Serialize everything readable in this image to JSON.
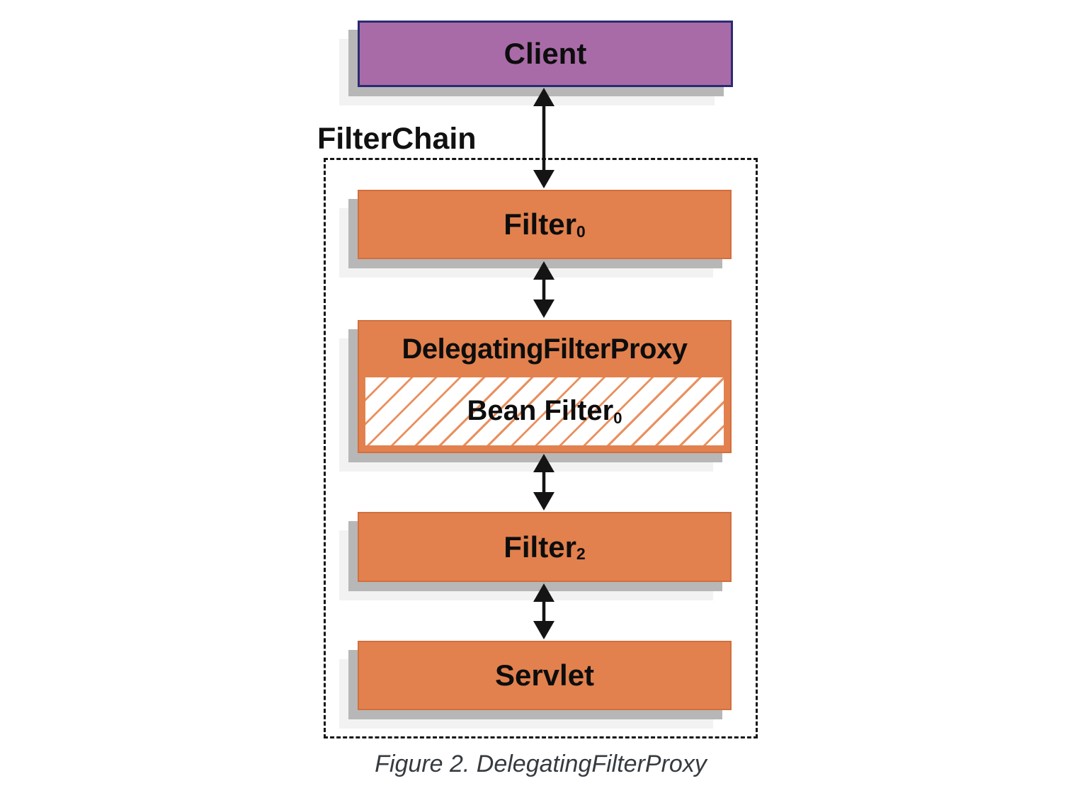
{
  "diagram": {
    "client": {
      "label": "Client"
    },
    "filterchain_label": "FilterChain",
    "filter0": {
      "label": "Filter",
      "sub": "0"
    },
    "delegating_filter_proxy": {
      "label": "DelegatingFilterProxy"
    },
    "bean_filter": {
      "label": "Bean Filter",
      "sub": "0"
    },
    "filter2": {
      "label": "Filter",
      "sub": "2"
    },
    "servlet": {
      "label": "Servlet"
    },
    "caption": "Figure 2. DelegatingFilterProxy",
    "edges": [
      {
        "from": "client",
        "to": "filter0",
        "style": "double-headed-arrow"
      },
      {
        "from": "filter0",
        "to": "delegating_filter_proxy",
        "style": "double-headed-arrow"
      },
      {
        "from": "delegating_filter_proxy",
        "to": "filter2",
        "style": "double-headed-arrow"
      },
      {
        "from": "filter2",
        "to": "servlet",
        "style": "double-headed-arrow"
      }
    ],
    "colors": {
      "client_fill": "#a86ba8",
      "client_border": "#2b2b72",
      "filter_fill": "#e2814e",
      "filter_border": "#d0703f",
      "hatch_line": "#e9905f",
      "shadow_gray": "#b7b7b7",
      "shadow_light": "#f2f2f2",
      "arrow_black": "#141414",
      "caption_text": "#363b40",
      "label_text": "#0d0d0d"
    }
  }
}
